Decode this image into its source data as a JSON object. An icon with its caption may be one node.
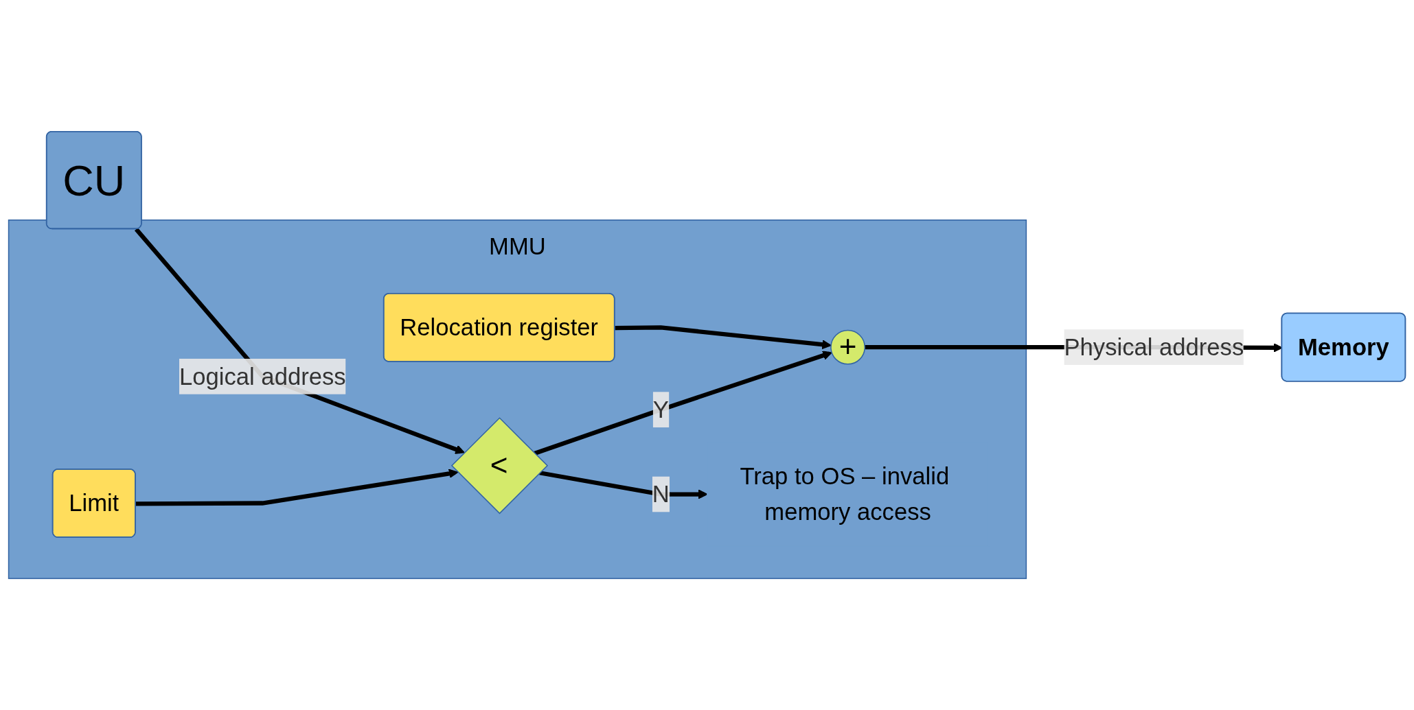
{
  "diagram": {
    "nodes": [
      {
        "text": [
          "CU"
        ]
      },
      {
        "text": [
          "MMU"
        ]
      },
      {
        "text": [
          "Limit"
        ],
        "in": 1
      },
      {
        "text": [
          "Relocation register"
        ],
        "in": 1
      },
      {
        "text": [
          "<"
        ],
        "in": 1
      },
      {
        "text": [
          "+"
        ],
        "in": 1
      },
      {
        "text": [
          "Trap to OS – invalid memory access"
        ],
        "in": 1
      },
      {
        "text": [
          "Memory"
        ]
      }
    ],
    "edges": [
      {
        "from": 0,
        "to": 4,
        "arrow": "to",
        "label": "Logical address"
      },
      {
        "from": 2,
        "to": 4,
        "arrow": "to"
      },
      {
        "from": 3,
        "to": 5,
        "arrow": "to"
      },
      {
        "from": 4,
        "to": 5,
        "arrow": "to",
        "label": "Y"
      },
      {
        "from": 4,
        "to": 6,
        "arrow": "to",
        "label": "N"
      },
      {
        "from": 5,
        "to": 7,
        "arrow": "to",
        "label": "Physical address"
      }
    ]
  }
}
